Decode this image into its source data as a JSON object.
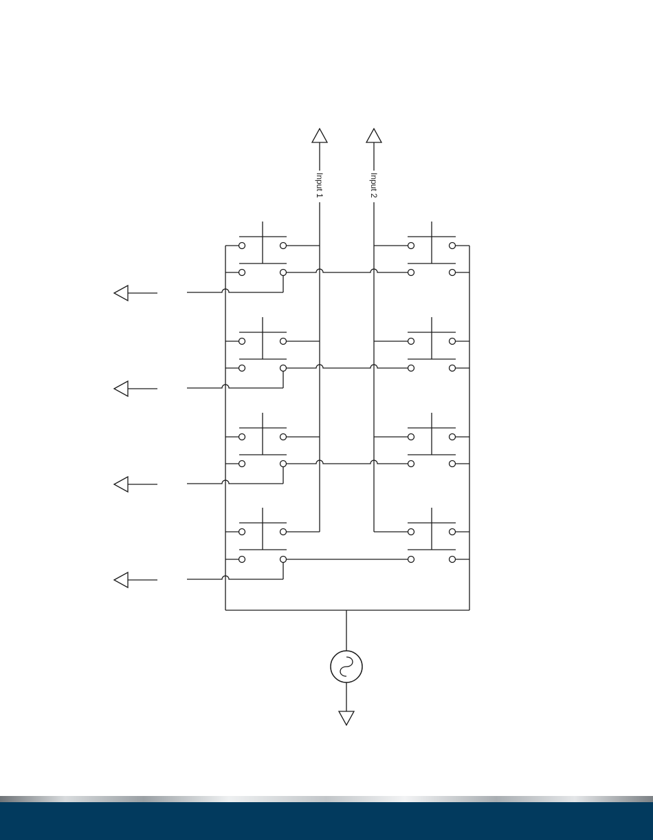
{
  "diagram": {
    "inputs": [
      {
        "label": "Input 1"
      },
      {
        "label": "Input 2"
      }
    ],
    "left_switch_count": 4,
    "right_switch_count": 4,
    "output_arrow_count": 4,
    "source_symbol": "ac-source-icon",
    "ground_symbol": "ground-arrow-icon"
  },
  "footer": {
    "band_color": "#023a5e"
  }
}
